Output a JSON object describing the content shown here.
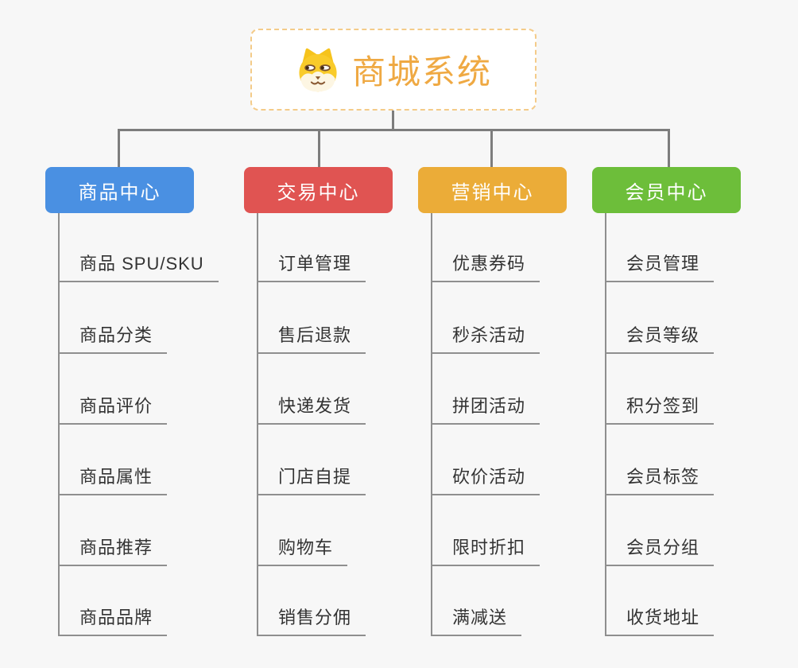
{
  "canvas": {
    "background": "#f7f7f7",
    "connector_color": "#7d7d7d",
    "leaf_line_color": "#8f8f8f"
  },
  "root": {
    "title": "商城系统",
    "icon": "shiba-dog-icon",
    "text_color": "#efa943",
    "border_color": "#f4cb89"
  },
  "branches": [
    {
      "label": "商品中心",
      "color": "#4a90e2",
      "items": [
        "商品 SPU/SKU",
        "商品分类",
        "商品评价",
        "商品属性",
        "商品推荐",
        "商品品牌"
      ]
    },
    {
      "label": "交易中心",
      "color": "#e05452",
      "items": [
        "订单管理",
        "售后退款",
        "快递发货",
        "门店自提",
        "购物车",
        "销售分佣"
      ]
    },
    {
      "label": "营销中心",
      "color": "#ebac38",
      "items": [
        "优惠券码",
        "秒杀活动",
        "拼团活动",
        "砍价活动",
        "限时折扣",
        "满减送"
      ]
    },
    {
      "label": "会员中心",
      "color": "#6dbe3a",
      "items": [
        "会员管理",
        "会员等级",
        "积分签到",
        "会员标签",
        "会员分组",
        "收货地址"
      ]
    }
  ]
}
